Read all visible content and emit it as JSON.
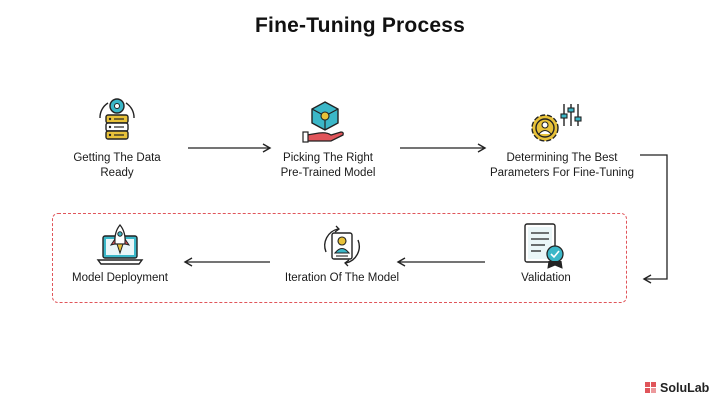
{
  "title": "Fine-Tuning Process",
  "steps": [
    {
      "label_lines": [
        "Getting The Data",
        "Ready"
      ],
      "icon": "database-gear-icon"
    },
    {
      "label_lines": [
        "Picking The Right",
        "Pre-Trained Model"
      ],
      "icon": "cube-hand-icon"
    },
    {
      "label_lines": [
        "Determining The Best",
        "Parameters For Fine-Tuning"
      ],
      "icon": "gear-sliders-icon"
    },
    {
      "label_lines": [
        "Validation"
      ],
      "icon": "document-seal-icon"
    },
    {
      "label_lines": [
        "Iteration Of The Model"
      ],
      "icon": "profile-cycle-icon"
    },
    {
      "label_lines": [
        "Model Deployment"
      ],
      "icon": "rocket-laptop-icon"
    }
  ],
  "brand": {
    "name": "SoluLab",
    "icon": "solulab-logo-icon"
  },
  "colors": {
    "accent": "#3bb7c8",
    "highlight": "#e8c23a",
    "dashed": "#e0555a"
  }
}
